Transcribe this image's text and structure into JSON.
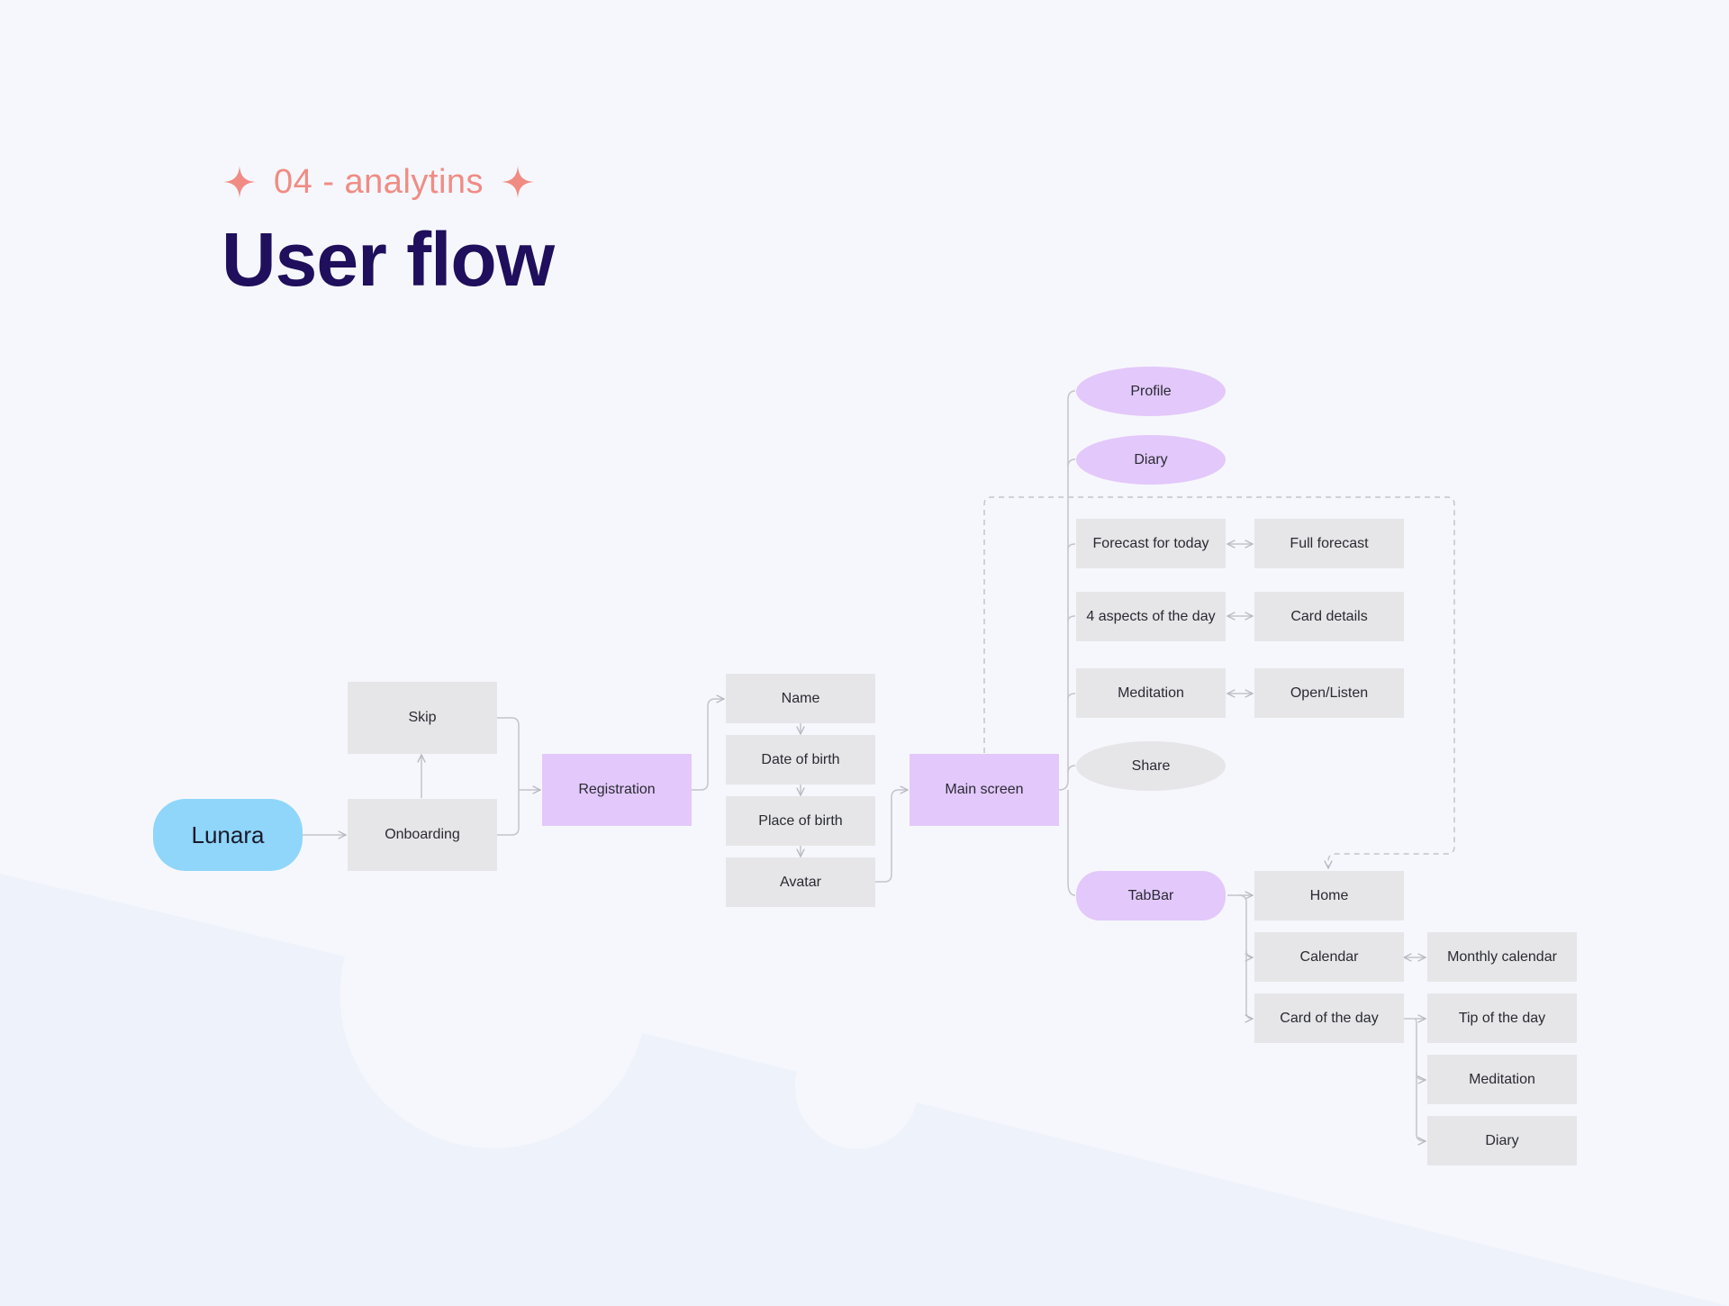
{
  "header": {
    "eyebrow": "04 - analytins",
    "title": "User flow"
  },
  "colors": {
    "background": "#f6f7fc",
    "title": "#1f0f5c",
    "eyebrow": "#f08c84",
    "start_node": "#8fd6fa",
    "purple_node": "#e3c8fb",
    "gray_node": "#e6e6e8"
  },
  "nodes": {
    "lunara": "Lunara",
    "onboarding": "Onboarding",
    "skip": "Skip",
    "registration": "Registration",
    "name": "Name",
    "date_of_birth": "Date of birth",
    "place_of_birth": "Place of birth",
    "avatar": "Avatar",
    "main_screen": "Main screen",
    "profile": "Profile",
    "diary_top": "Diary",
    "forecast_today": "Forecast for today",
    "full_forecast": "Full forecast",
    "aspects": "4 aspects of the day",
    "card_details": "Card details",
    "meditation_top": "Meditation",
    "open_listen": "Open/Listen",
    "share": "Share",
    "tabbar": "TabBar",
    "home": "Home",
    "calendar": "Calendar",
    "monthly_calendar": "Monthly calendar",
    "card_of_day": "Card of the day",
    "tip_of_day": "Tip of the day",
    "meditation_bottom": "Meditation",
    "diary_bottom": "Diary"
  }
}
